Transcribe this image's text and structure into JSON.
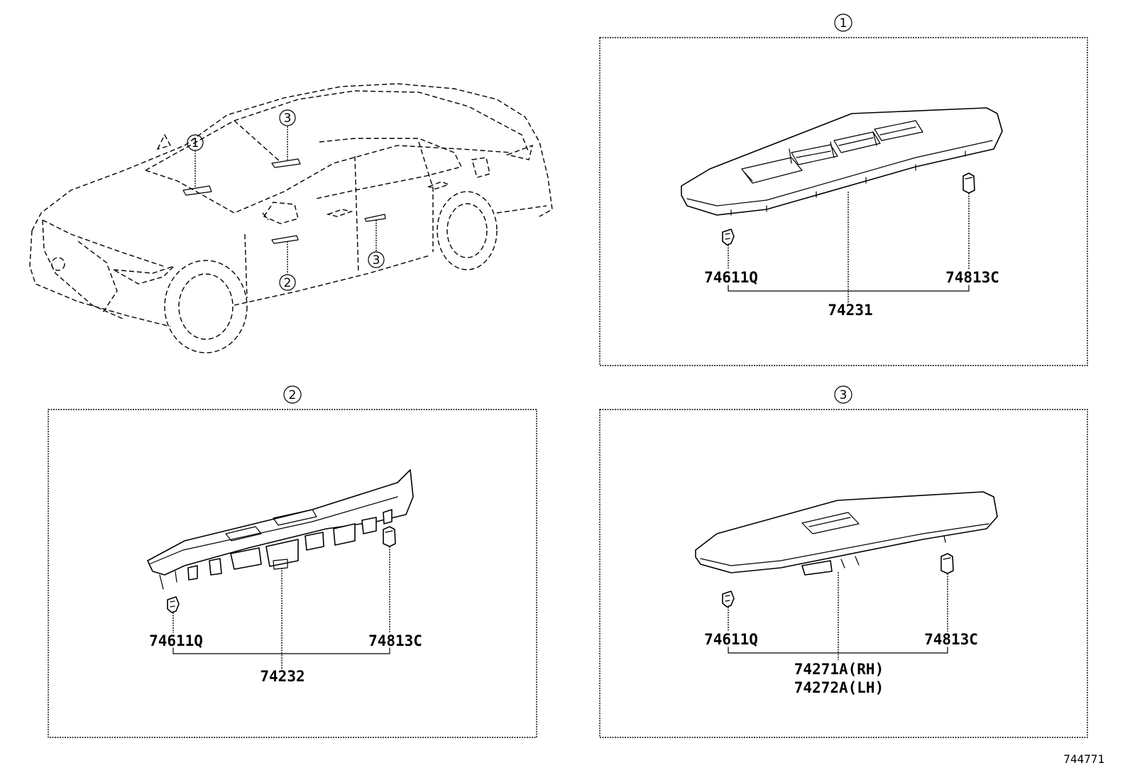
{
  "callouts": {
    "one": "1",
    "two": "2",
    "three": "3"
  },
  "panel_one": {
    "clip_left": "74611Q",
    "clip_right": "74813C",
    "main_part": "74231"
  },
  "panel_two": {
    "clip_left": "74611Q",
    "clip_right": "74813C",
    "main_part": "74232"
  },
  "panel_three": {
    "clip_left": "74611Q",
    "clip_right": "74813C",
    "main_part_rh": "74271A(RH)",
    "main_part_lh": "74272A(LH)"
  },
  "figure_number": "744771"
}
